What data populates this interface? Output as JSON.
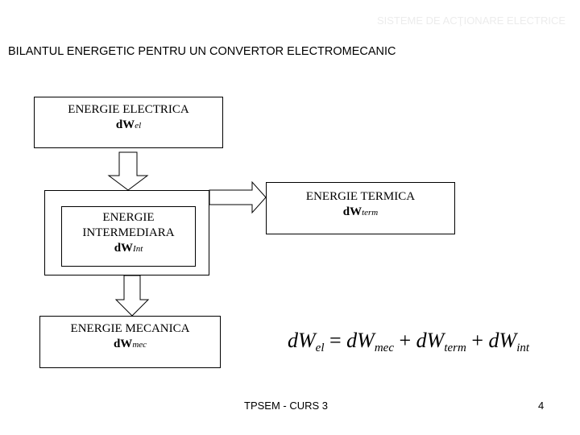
{
  "header": {
    "title": "SISTEME DE ACŢIONARE ELECTRICE"
  },
  "slide": {
    "heading": "BILANTUL ENERGETIC PENTRU UN CONVERTOR ELECTROMECANIC"
  },
  "diagram": {
    "electric": {
      "label": "ENERGIE ELECTRICA",
      "symbol": "dW",
      "subscript": "el"
    },
    "intermediate": {
      "label_line1": "ENERGIE",
      "label_line2": "INTERMEDIARA",
      "symbol": "dW",
      "subscript": "Int"
    },
    "thermal": {
      "label": "ENERGIE TERMICA",
      "symbol": "dW",
      "subscript": "term"
    },
    "mechanical": {
      "label": "ENERGIE MECANICA",
      "symbol": "dW",
      "subscript": "mec"
    }
  },
  "equation": {
    "lhs": "dW",
    "lhs_sub": "el",
    "eq": " = ",
    "t1": "dW",
    "t1_sub": "mec",
    "plus1": " + ",
    "t2": "dW",
    "t2_sub": "term",
    "plus2": " + ",
    "t3": "dW",
    "t3_sub": "int"
  },
  "footer": {
    "course": "TPSEM - CURS 3",
    "page": "4"
  }
}
